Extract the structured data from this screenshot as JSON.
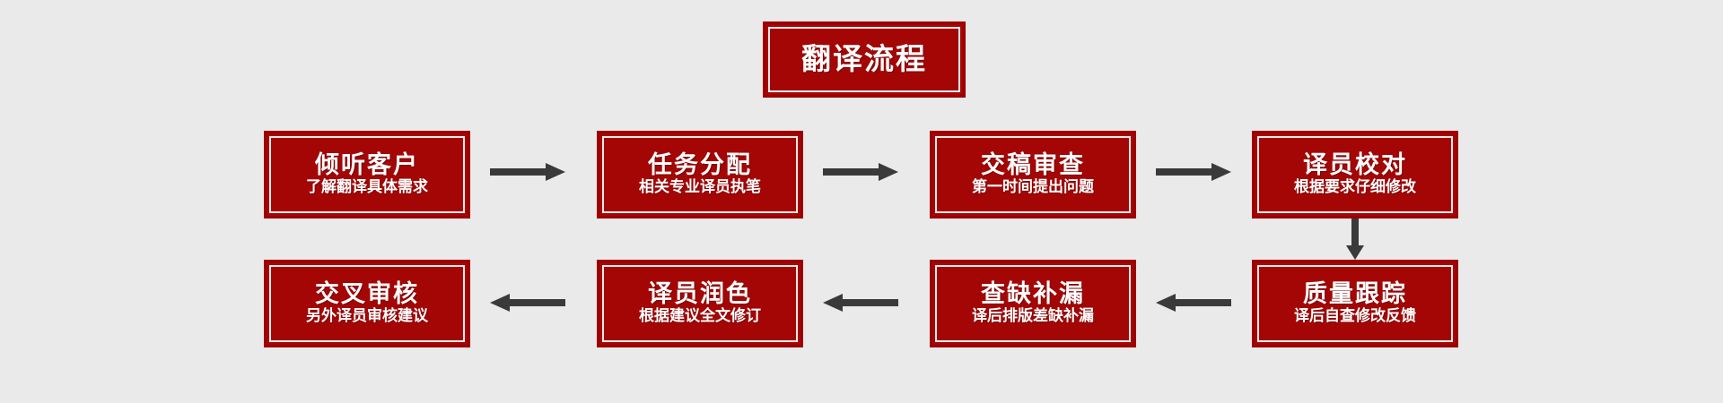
{
  "diagram": {
    "background_color": "#eaeaea",
    "box_fill_color": "#a40606",
    "box_border_color": "#9c0000",
    "box_inner_border_color": "#f3eaea",
    "text_color": "#ffffff",
    "arrow_color": "#3a3a3a",
    "title": {
      "label": "翻译流程"
    },
    "steps": [
      {
        "index": 1,
        "title": "倾听客户",
        "subtitle": "了解翻译具体需求"
      },
      {
        "index": 2,
        "title": "任务分配",
        "subtitle": "相关专业译员执笔"
      },
      {
        "index": 3,
        "title": "交稿审查",
        "subtitle": "第一时间提出问题"
      },
      {
        "index": 4,
        "title": "译员校对",
        "subtitle": "根据要求仔细修改"
      },
      {
        "index": 5,
        "title": "质量跟踪",
        "subtitle": "译后自查修改反馈"
      },
      {
        "index": 6,
        "title": "查缺补漏",
        "subtitle": "译后排版差缺补漏"
      },
      {
        "index": 7,
        "title": "译员润色",
        "subtitle": "根据建议全文修订"
      },
      {
        "index": 8,
        "title": "交叉审核",
        "subtitle": "另外译员审核建议"
      }
    ],
    "connectors": [
      {
        "id": "c1",
        "from": 1,
        "to": 2,
        "direction": "right"
      },
      {
        "id": "c2",
        "from": 2,
        "to": 3,
        "direction": "right"
      },
      {
        "id": "c3",
        "from": 3,
        "to": 4,
        "direction": "right"
      },
      {
        "id": "c4",
        "from": 4,
        "to": 5,
        "direction": "down"
      },
      {
        "id": "c5",
        "from": 5,
        "to": 6,
        "direction": "left"
      },
      {
        "id": "c6",
        "from": 6,
        "to": 7,
        "direction": "left"
      },
      {
        "id": "c7",
        "from": 7,
        "to": 8,
        "direction": "left"
      }
    ]
  }
}
